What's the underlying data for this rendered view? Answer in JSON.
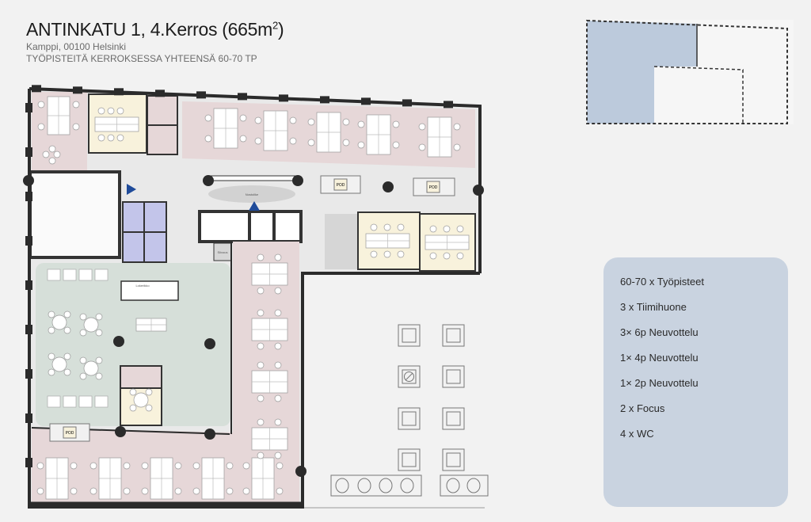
{
  "header": {
    "title_main": "ANTINKATU 1, 4.Kerros (665m",
    "title_sup": "2",
    "title_end": ")",
    "location": "Kamppi, 00100 Helsinki",
    "capacity": "TYÖPISTEITÄ KERROKSESSA YHTEENSÄ 60-70 TP"
  },
  "plan": {
    "labels": {
      "pod": "POD",
      "lift": "Nostolike",
      "cleaning": "Siivous",
      "lockers": "Lokerikko"
    },
    "colors": {
      "workspace": "#e6d7d8",
      "meeting": "#f8f2dc",
      "wc": "#c3c5ea",
      "lounge": "#d6dfd9",
      "corridor": "#e9e9e9",
      "wall": "#2b2b2b",
      "marker": "#1f4b9a",
      "highlight": "#bccadc"
    }
  },
  "legend": {
    "items": [
      "60-70 x Työpisteet",
      "3 x Tiimihuone",
      "3× 6p Neuvottelu",
      "1× 4p Neuvottelu",
      "1× 2p Neuvottelu",
      "2 x Focus",
      "4 x WC"
    ]
  }
}
